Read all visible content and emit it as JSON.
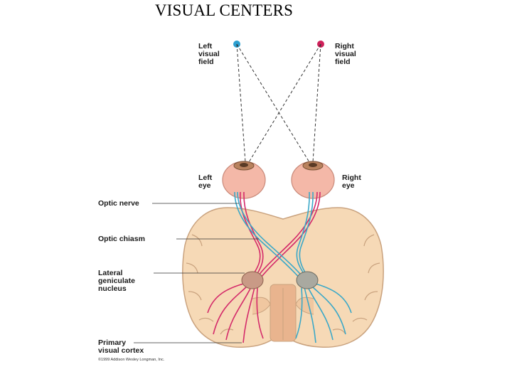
{
  "title": "VISUAL CENTERS",
  "labels": {
    "left_field": [
      "Left",
      "visual",
      "field"
    ],
    "right_field": [
      "Right",
      "visual",
      "field"
    ],
    "left_eye": [
      "Left",
      "eye"
    ],
    "right_eye": [
      "Right",
      "eye"
    ],
    "optic_nerve": [
      "Optic nerve"
    ],
    "optic_chiasm": [
      "Optic chiasm"
    ],
    "lgn": [
      "Lateral",
      "geniculate",
      "nucleus"
    ],
    "cortex": [
      "Primary",
      "visual cortex"
    ]
  },
  "copyright": "©1999 Addison Wesley Longman, Inc.",
  "colors": {
    "left_field_point": "#2b9fd0",
    "right_field_point": "#d0205a",
    "left_pathway": "#d42a6a",
    "right_pathway": "#3aa8c8",
    "brain_fill": "#f6d9b6",
    "brain_outline": "#c9a27e",
    "eye_fill": "#f4b8a8",
    "lgn_fill": "#c99a86"
  }
}
